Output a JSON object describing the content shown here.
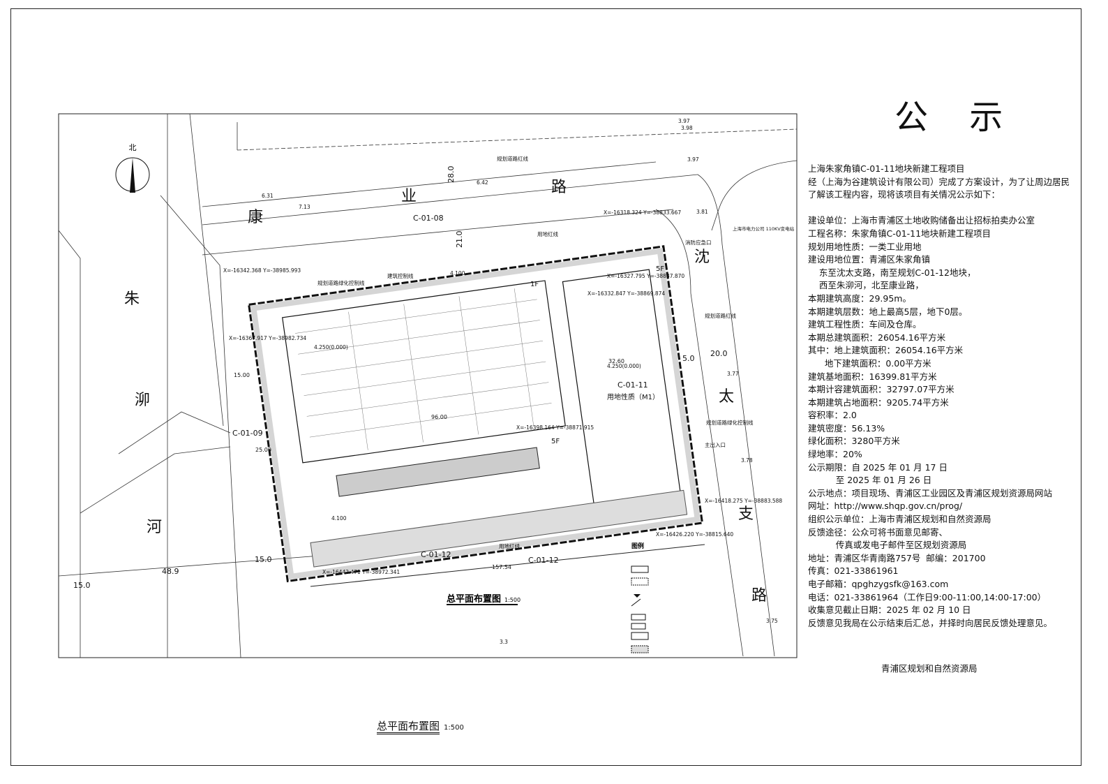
{
  "notice": {
    "title": "公 示",
    "lines": [
      "上海朱家角镇C-01-11地块新建工程项目",
      "经（上海为谷建筑设计有限公司）完成了方案设计，为了让周边居民",
      "了解该工程内容，现将该项目有关情况公示如下：",
      "",
      "建设单位：上海市青浦区土地收购储备出让招标拍卖办公室",
      "工程名称：朱家角镇C-01-11地块新建工程项目",
      "规划用地性质：一类工业用地",
      "建设用地位置：青浦区朱家角镇",
      "    东至沈太支路，南至规划C-01-12地块，",
      "    西至朱泖河，北至康业路，",
      "本期建筑高度：29.95m。",
      "本期建筑层数：地上最高5层，地下0层。",
      "建筑工程性质：车间及仓库。",
      "本期总建筑面积：26054.16平方米",
      "其中：地上建筑面积：26054.16平方米",
      "      地下建筑面积：0.00平方米",
      "建筑基地面积：16399.81平方米",
      "本期计容建筑面积：32797.07平方米",
      "本期建筑占地面积：9205.74平方米",
      "容积率：2.0",
      "建筑密度：56.13%",
      "绿化面积：3280平方米",
      "绿地率：20%",
      "公示期限：自 2025 年 01 月 17 日",
      "          至 2025 年 01 月 26 日",
      "公示地点：项目现场、青浦区工业园区及青浦区规划资源局网站",
      "网址：http://www.shqp.gov.cn/prog/",
      "组织公示单位：上海市青浦区规划和自然资源局",
      "反馈途径：公众可将书面意见邮寄、",
      "          传真或发电子邮件至区规划资源局",
      "地址：青浦区华青南路757号  邮编：201700",
      "传真：021-33861961",
      "电子邮箱：qpghzygsfk@163.com",
      "电话：021-33861964（工作日9:00-11:00,14:00-17:00）",
      "收集意见截止日期：2025 年 02 月 10 日",
      "反馈意见我局在公示结束后汇总，并择时向居民反馈处理意见。"
    ],
    "signature": "青浦区规划和自然资源局"
  },
  "plan": {
    "north": "北",
    "roads": {
      "north": [
        "康",
        "业",
        "路"
      ],
      "east": [
        "沈",
        "太",
        "支",
        "路"
      ],
      "west_river": [
        "朱",
        "泖",
        "河"
      ]
    },
    "parcels": {
      "north": "C-01-08",
      "west": "C-01-09",
      "south_a": "C-01-12",
      "south_b": "C-01-12",
      "site": "C-01-11",
      "site_use": "用地性质（M1）"
    },
    "dimensions": [
      "28.0",
      "21.0",
      "20.0",
      "5.0",
      "15.0",
      "48.9",
      "15.0",
      "157.54",
      "25.00",
      "15.00",
      "96.00",
      "32.60"
    ],
    "labels": {
      "red_line": "用地红线",
      "road_red_line": "规划道路红线",
      "building_line": "建筑控制线",
      "green_line": "规划道路绿化控制线",
      "fire_exit": "消防应急口",
      "east_entry": "主出入口",
      "substation": "上海市电力公司 110KV变电站",
      "floors_5f": "5F",
      "floors_1f": "1F",
      "coord_1": "X=-16318.324 Y=-38833.667",
      "coord_2": "X=-16327.795 Y=-38837.870",
      "coord_3": "X=-16332.847 Y=-38869.874",
      "coord_4": "X=-16342.368 Y=-38985.993",
      "coord_5": "X=-16367.917 Y=-38982.734",
      "coord_6": "X=-16398.164 Y=-38871.915",
      "coord_7": "X=-16418.275 Y=-38883.588",
      "coord_8": "X=-16426.220 Y=-38815.640",
      "coord_9": "X=-16442.471 Y=-38972.341",
      "elev_1": "4.100",
      "elev_2": "4.250(0.000)",
      "spot_1": "3.97",
      "spot_2": "3.98",
      "spot_3": "3.81",
      "spot_4": "3.77",
      "spot_5": "3.78",
      "spot_6": "3.75",
      "spot_7": "3.3",
      "spot_8": "6.31",
      "spot_9": "7.13",
      "spot_10": "6.42"
    },
    "legend_title": "图例",
    "inner_title": "总平面布置图",
    "inner_scale": "1:500"
  },
  "footer": {
    "title": "总平面布置图",
    "scale": "1:500"
  }
}
